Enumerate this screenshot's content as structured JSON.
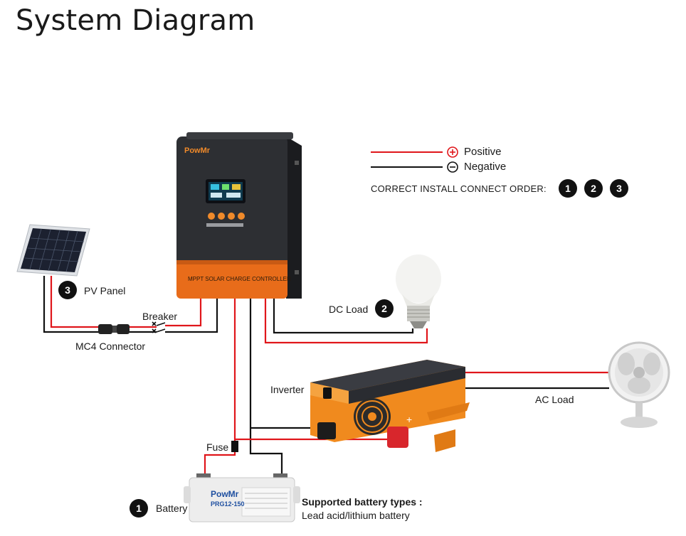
{
  "title": "System Diagram",
  "legend": {
    "positive": "Positive",
    "negative": "Negative",
    "order_text": "CORRECT INSTALL CONNECT ORDER:",
    "order_numbers": [
      "1",
      "2",
      "3"
    ]
  },
  "labels": {
    "pv_panel": "PV Panel",
    "pv_panel_num": "3",
    "breaker": "Breaker",
    "mc4": "MC4 Connector",
    "dc_load": "DC Load",
    "dc_load_num": "2",
    "inverter": "Inverter",
    "ac_load": "AC Load",
    "fuse": "Fuse",
    "battery": "Battery",
    "battery_num": "1",
    "battery_types_title": "Supported battery types :",
    "battery_types": "Lead acid/lithium battery"
  },
  "controller": {
    "brand": "PowMr",
    "band_text": "MPPT SOLAR CHARGE CONTROLLER"
  },
  "battery_device": {
    "brand": "PowMr",
    "model": "PRG12-150"
  },
  "colors": {
    "positive": "#e0161b",
    "negative": "#111111",
    "controller_body": "#2d2f33",
    "controller_band": "#e86c1a",
    "inverter_body": "#f08a1e"
  },
  "icons": {
    "positive": "plus-circle-icon",
    "negative": "minus-circle-icon"
  }
}
